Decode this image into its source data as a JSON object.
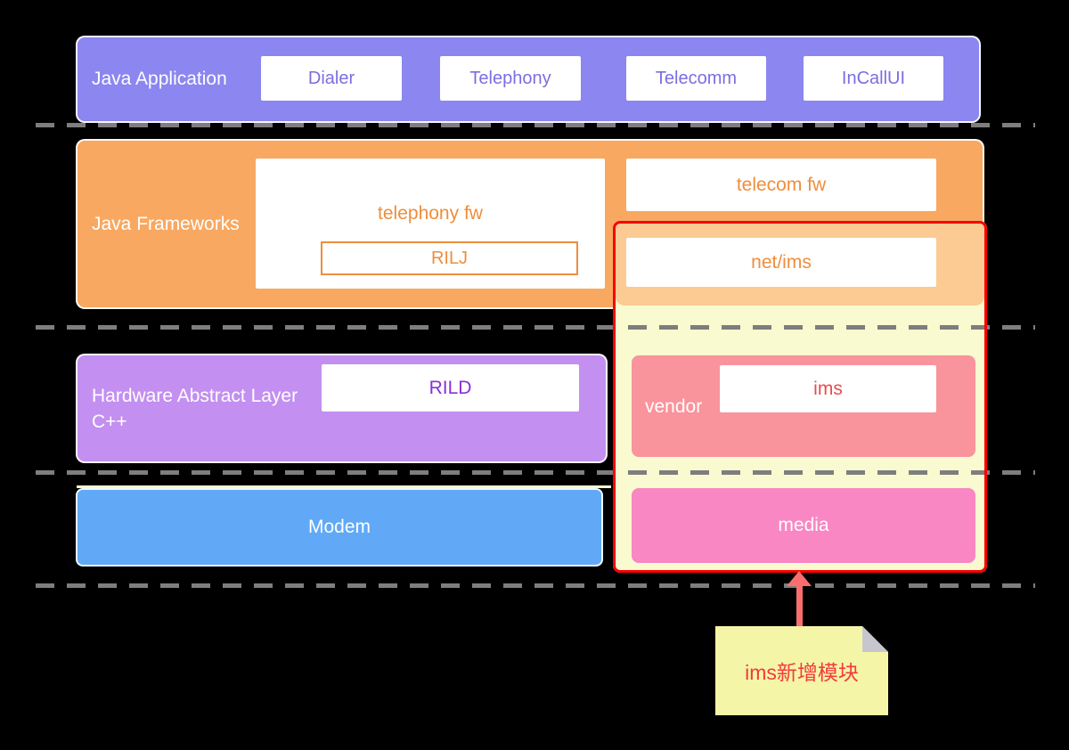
{
  "diagram": {
    "app_layer": {
      "label": "Java Application",
      "items": [
        {
          "label": "Dialer"
        },
        {
          "label": "Telephony"
        },
        {
          "label": "Telecomm"
        },
        {
          "label": "InCallUI"
        }
      ]
    },
    "frameworks_layer": {
      "label": "Java Frameworks",
      "telephony_fw_label": "telephony fw",
      "rilj_label": "RILJ",
      "telecom_fw_label": "telecom fw"
    },
    "hal_layer": {
      "label_line1": "Hardware Abstract Layer",
      "label_line2": "C++",
      "rild_label": "RILD"
    },
    "modem_layer": {
      "label": "Modem"
    },
    "ims_group": {
      "net_ims_label": "net/ims",
      "vendor_label": "vendor",
      "ims_label": "ims",
      "media_label": "media"
    },
    "annotation": {
      "note_text": "ims新增模块"
    },
    "colors": {
      "app_purple": "#8B86F0",
      "purple_text": "#7B6EE2",
      "frameworks_orange": "#F8A861",
      "frameworks_orange_light": "#FBCB93",
      "orange_text": "#EE8E3C",
      "hal_purple": "#C38FF1",
      "rild_text": "#8B2FD8",
      "modem_blue": "#61A9F6",
      "ims_fill_yellow": "#FAFAD0",
      "vendor_salmon": "#F9939C",
      "ims_text_red": "#E84B4F",
      "media_pink": "#F887C3",
      "highlight_red": "#F80000",
      "arrow_red": "#FA6E6E",
      "note_yellow": "#F5F5A8",
      "note_text_red": "#F23B3B",
      "note_fold_gray": "#C6C7CE",
      "dash_gray": "#7E7E7E"
    }
  }
}
